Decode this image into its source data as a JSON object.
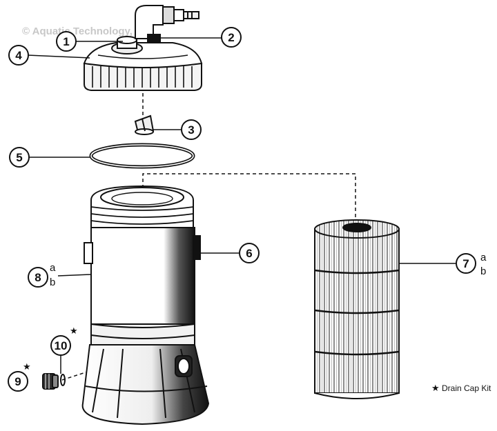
{
  "watermark": "© Aquatic Technology, Inc.",
  "legend": {
    "star": "★",
    "label": "Drain Cap Kit"
  },
  "callouts": {
    "c1": {
      "number": "1"
    },
    "c2": {
      "number": "2"
    },
    "c3": {
      "number": "3"
    },
    "c4": {
      "number": "4"
    },
    "c5": {
      "number": "5"
    },
    "c6": {
      "number": "6"
    },
    "c7": {
      "number": "7",
      "sub": [
        "a",
        "b"
      ]
    },
    "c8": {
      "number": "8",
      "sub": [
        "a",
        "b"
      ]
    },
    "c9": {
      "number": "9",
      "star": "★"
    },
    "c10": {
      "number": "10",
      "star": "★"
    }
  },
  "parts": [
    "elbow-fitting",
    "air-relief-valve",
    "tank-lid",
    "lid-insert",
    "lid-o-ring",
    "tank-body",
    "filter-cartridge",
    "drain-cap",
    "drain-o-ring"
  ],
  "colors": {
    "ink": "#111111",
    "watermark": "#c8c8c8",
    "background": "#ffffff"
  }
}
